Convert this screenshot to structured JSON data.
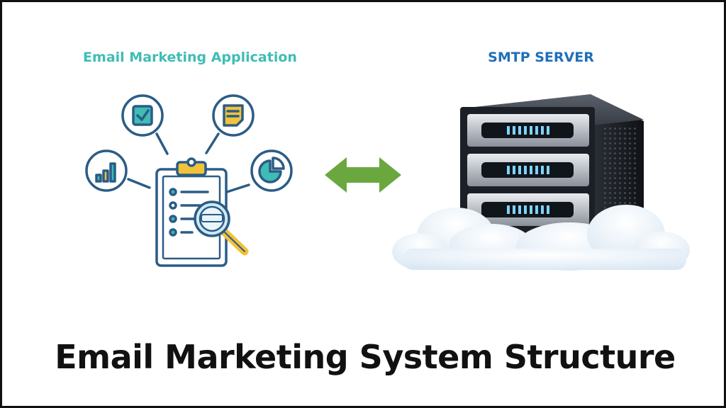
{
  "diagram": {
    "title": "Email Marketing System Structure",
    "left_node": {
      "label": "Email Marketing Application",
      "icons": [
        "bar-chart-icon",
        "checkbox-icon",
        "notes-icon",
        "pie-chart-icon",
        "clipboard-icon",
        "magnifier-icon"
      ]
    },
    "right_node": {
      "label": "SMTP SERVER",
      "icons": [
        "server-rack-icon",
        "cloud-icon"
      ]
    },
    "connector": {
      "type": "bidirectional-arrow",
      "color": "#6aa83f"
    },
    "colors": {
      "app_label": "#3fbdb4",
      "server_label": "#1f6fb8",
      "icon_stroke": "#2b5c86",
      "icon_fill": "#3fbdb4",
      "accent_yellow": "#f2c23a",
      "border": "#111111"
    }
  }
}
